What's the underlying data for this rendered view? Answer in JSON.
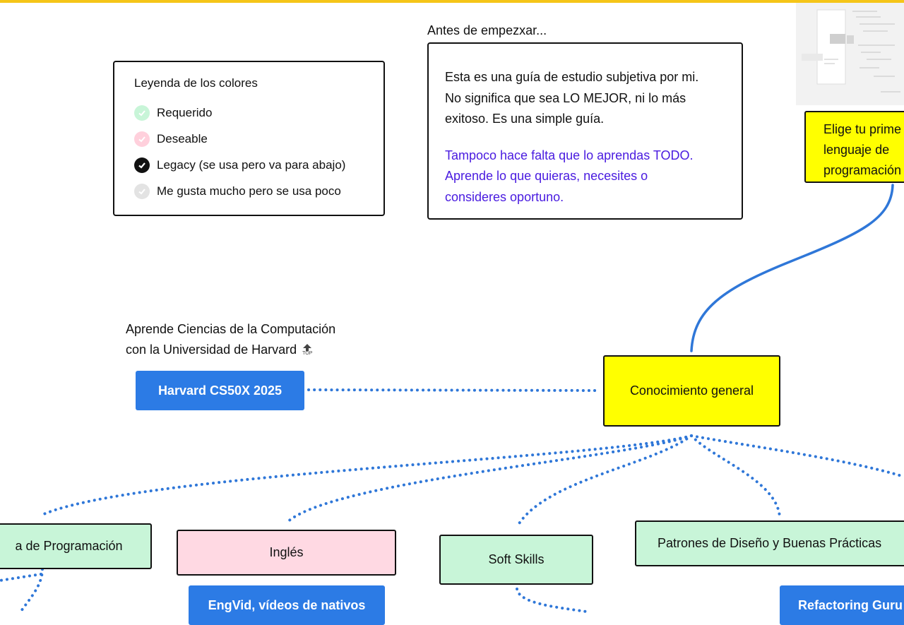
{
  "colors": {
    "accent_bar": "#f5c518",
    "link_blue": "#2f77d8",
    "button_blue": "#2c7be5",
    "yellow_node": "#ffff00",
    "green_node": "#c8f5d8",
    "pink_node": "#ffd9e3",
    "required_green": "#c8f5d8",
    "desirable_pink": "#ffd0dc",
    "legacy_black": "#111111",
    "rare_grey": "#e3e3e3",
    "intro_purple": "#4a1ce0"
  },
  "legend": {
    "title": "Leyenda de los colores",
    "items": [
      {
        "label": "Requerido",
        "icon": "check-circle-green-icon"
      },
      {
        "label": "Deseable",
        "icon": "check-circle-pink-icon"
      },
      {
        "label": "Legacy (se usa pero va para abajo)",
        "icon": "check-circle-black-icon"
      },
      {
        "label": "Me gusta mucho pero se usa poco",
        "icon": "check-circle-grey-icon"
      }
    ]
  },
  "intro": {
    "heading": "Antes de empezxar...",
    "line1": "Esta es una guía de estudio subjetiva por mi.",
    "line2": "No significa que sea LO MEJOR, ni lo más",
    "line3": "exitoso. Es una simple guía.",
    "line4": "Tampoco hace falta que lo aprendas TODO.",
    "line5": "Aprende lo que quieras, necesites o",
    "line6": "consideres oportuno."
  },
  "harvard": {
    "caption_line1": "Aprende Ciencias de la Computación",
    "caption_line2": "con la Universidad de Harvard",
    "top_icon": "top-arrow-icon",
    "top_icon_label": "TOP",
    "button": "Harvard CS50X 2025"
  },
  "nodes": {
    "first_language_line1": "Elige tu prime",
    "first_language_line2": "lenguaje de",
    "first_language_line3": "programación",
    "general_knowledge": "Conocimiento general",
    "logic": "a de Programación",
    "english": "Inglés",
    "soft_skills": "Soft Skills",
    "patterns": "Patrones de Diseño y Buenas Prácticas"
  },
  "resources": {
    "engvid": "EngVid, vídeos de nativos",
    "refactoring": "Refactoring Guru"
  },
  "minimap": {
    "icon": "minimap-thumbnail"
  }
}
